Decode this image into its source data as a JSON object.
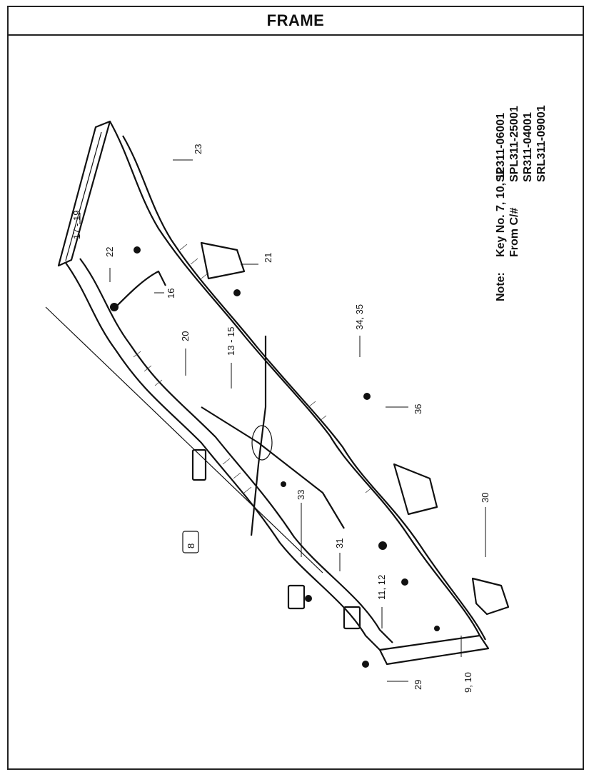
{
  "header": {
    "title": "FRAME"
  },
  "note": {
    "label": "Note:",
    "line1": "Key No. 7, 10, 12",
    "line2": "From C/#",
    "serials": [
      "SP311-06001",
      "SPL311-25001",
      "SR311-04001",
      "SRL311-09001"
    ]
  },
  "callouts": [
    "23",
    "17 - 19",
    "22",
    "21",
    "16",
    "34, 35",
    "20",
    "13 - 15",
    "36",
    "30",
    "33",
    "8",
    "31",
    "11, 12",
    "9, 10",
    "29"
  ]
}
